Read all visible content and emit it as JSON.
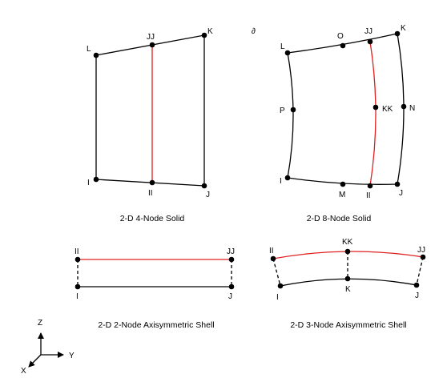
{
  "colors": {
    "edge": "#000000",
    "highlight": "#e02020",
    "node": "#000000",
    "background": "#ffffff"
  },
  "solid4": {
    "caption": "2-D 4-Node Solid",
    "nodes": {
      "L": "L",
      "JJ": "JJ",
      "K": "K",
      "I": "I",
      "II": "II",
      "J": "J"
    }
  },
  "solid8": {
    "marker": "∂",
    "caption": "2-D 8-Node Solid",
    "nodes": {
      "L": "L",
      "O": "O",
      "JJ": "JJ",
      "K": "K",
      "P": "P",
      "KK": "KK",
      "N": "N",
      "I": "I",
      "M": "M",
      "II": "II",
      "J": "J"
    }
  },
  "shell2": {
    "caption": "2-D 2-Node Axisymmetric Shell",
    "nodes": {
      "II": "II",
      "JJ": "JJ",
      "I": "I",
      "J": "J"
    }
  },
  "shell3": {
    "caption": "2-D 3-Node Axisymmetric Shell",
    "nodes": {
      "II": "II",
      "KK": "KK",
      "JJ": "JJ",
      "I": "I",
      "K": "K",
      "J": "J"
    }
  },
  "axes": {
    "z": "Z",
    "y": "Y",
    "x": "X"
  }
}
